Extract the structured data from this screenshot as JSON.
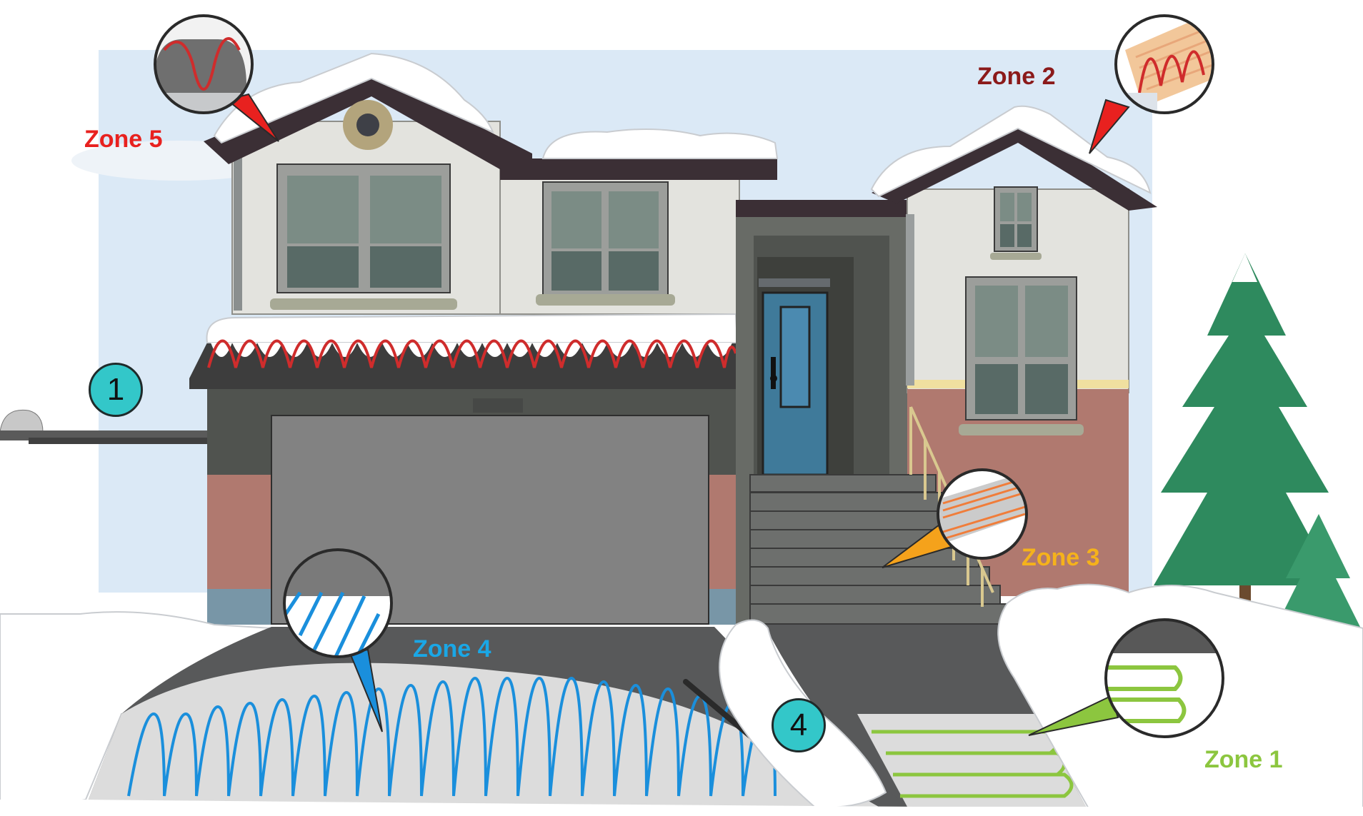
{
  "zones": [
    {
      "id": "zone-1",
      "label": "Zone 1",
      "color": "#8cc63f"
    },
    {
      "id": "zone-2",
      "label": "Zone 2",
      "color": "#8b1a1a"
    },
    {
      "id": "zone-3",
      "label": "Zone 3",
      "color": "#f5b21b"
    },
    {
      "id": "zone-4",
      "label": "Zone 4",
      "color": "#1aa7e6"
    },
    {
      "id": "zone-5",
      "label": "Zone 5",
      "color": "#e8211f"
    }
  ],
  "badges": {
    "left": "1",
    "right": "4"
  },
  "colors": {
    "sky": "#d9e8f5",
    "wall": "#e4e4df",
    "roof": "#3b2f35",
    "brick": "#b0796f",
    "garage_door": "#828282",
    "door": "#3f7a9a",
    "snow": "#ffffff",
    "driveway": "#dcdcdc",
    "tree": "#2e8a5e",
    "badge": "#33c7c9"
  }
}
